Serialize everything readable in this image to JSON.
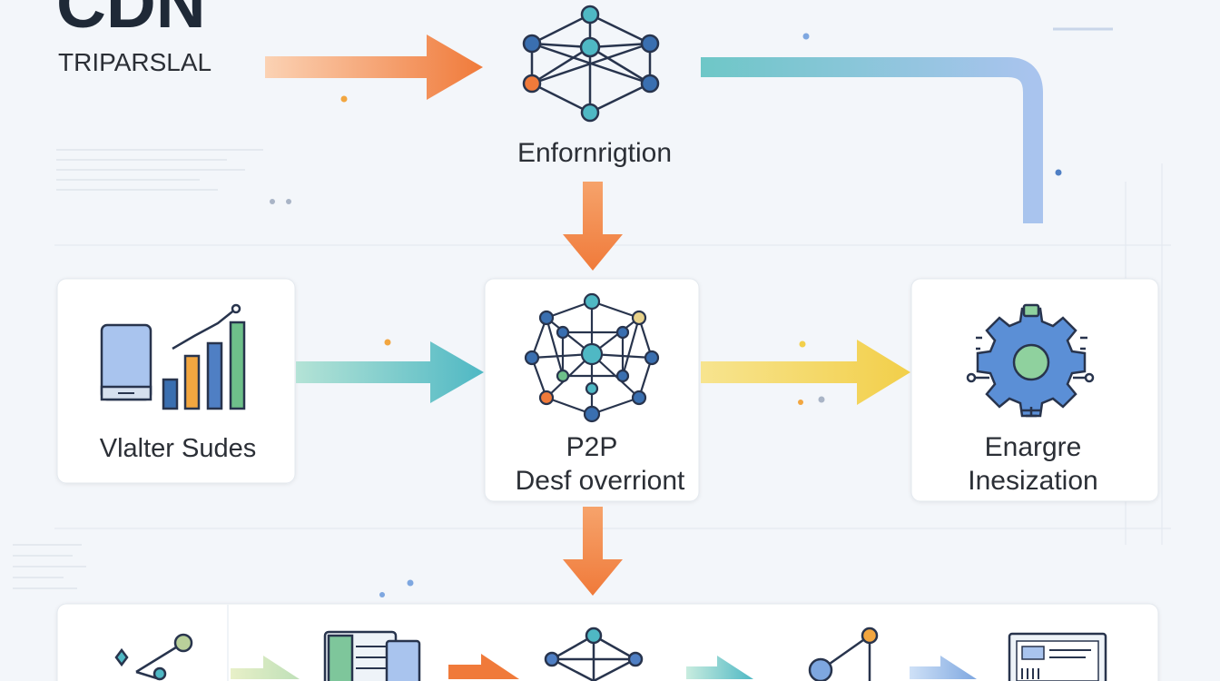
{
  "header": {
    "title": "CDN",
    "subtitle": "TRIPARSLAL"
  },
  "nodes": [
    {
      "id": "top-network",
      "label_lines": [
        "Enfornrigtion"
      ],
      "icon": "network-graph-icon"
    },
    {
      "id": "left-box",
      "label_lines": [
        "Vlalter Sudes"
      ],
      "icon": "device-bar-chart-icon"
    },
    {
      "id": "center-box",
      "label_lines": [
        "P2P",
        "Desf overriont"
      ],
      "icon": "mesh-network-icon"
    },
    {
      "id": "right-box",
      "label_lines": [
        "Enargre",
        "Inesization"
      ],
      "icon": "gear-network-icon"
    }
  ],
  "bottom_row": {
    "icons": [
      "molecule-icon",
      "document-stack-icon",
      "network-graph-icon",
      "node-link-icon",
      "monitor-dashboard-icon"
    ]
  },
  "colors": {
    "orange": "#f07a3a",
    "teal": "#4fb8c4",
    "blue": "#3a6fb0",
    "yellow": "#f2cf4a",
    "green": "#6ec08a",
    "lightblue": "#a9c4ee",
    "navy": "#28344d"
  }
}
